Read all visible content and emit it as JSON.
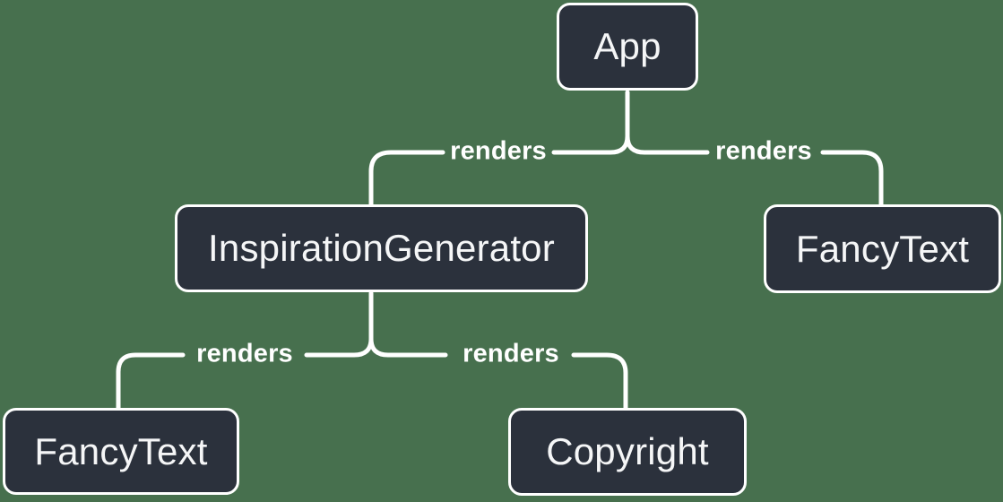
{
  "diagram": {
    "kind": "react-render-tree"
  },
  "nodes": [
    {
      "id": "app",
      "label": "App"
    },
    {
      "id": "inspiration-generator",
      "label": "InspirationGenerator"
    },
    {
      "id": "fancy-text-top",
      "label": "FancyText"
    },
    {
      "id": "fancy-text-bottom",
      "label": "FancyText"
    },
    {
      "id": "copyright",
      "label": "Copyright"
    }
  ],
  "edges": [
    {
      "from": "app",
      "to": "inspiration-generator",
      "label": "renders"
    },
    {
      "from": "app",
      "to": "fancy-text-top",
      "label": "renders"
    },
    {
      "from": "inspiration-generator",
      "to": "fancy-text-bottom",
      "label": "renders"
    },
    {
      "from": "inspiration-generator",
      "to": "copyright",
      "label": "renders"
    }
  ],
  "colors": {
    "background": "#47704E",
    "node_fill": "#2B313C",
    "node_border": "#FFFFFF",
    "node_text": "#F5F6F7",
    "connector": "#FFFFFF",
    "edge_label_text": "#FFFFFF"
  }
}
